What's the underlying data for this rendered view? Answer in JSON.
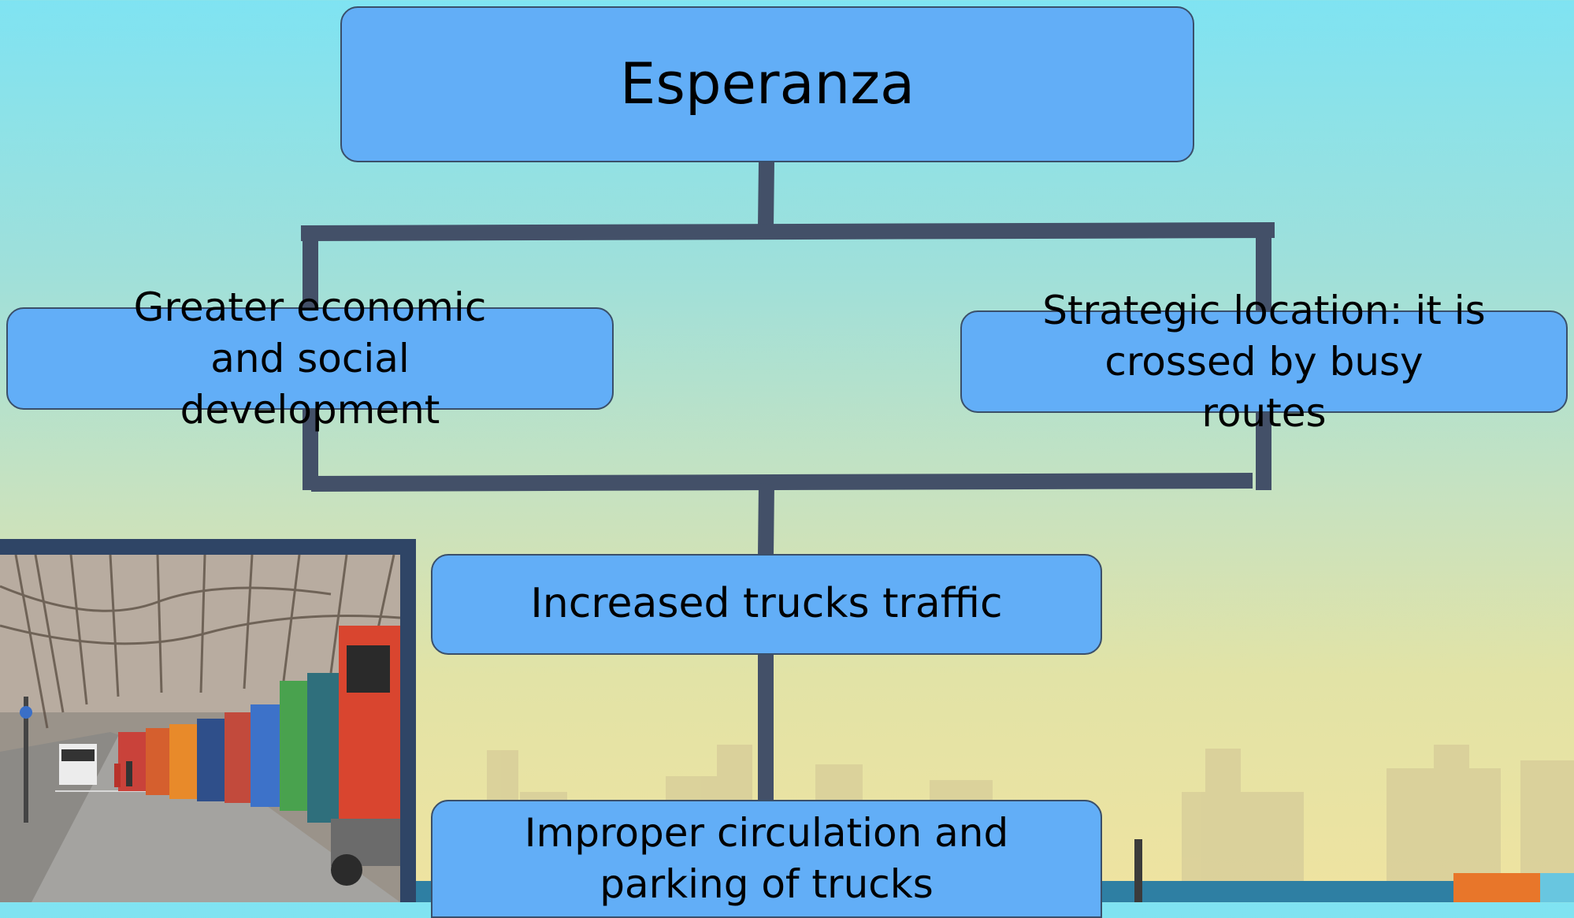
{
  "diagram": {
    "root": {
      "label": "Esperanza"
    },
    "left_cause": {
      "label": "Greater economic and social development"
    },
    "right_cause": {
      "label": "Strategic location: it is crossed by busy routes"
    },
    "effect": {
      "label": "Increased trucks traffic"
    },
    "outcome": {
      "label": "Improper circulation and parking of trucks"
    }
  },
  "colors": {
    "box_fill": "#62aef7",
    "box_border": "#3a4f6a",
    "connector": "#435068",
    "photo_frame": "#2f4566"
  }
}
